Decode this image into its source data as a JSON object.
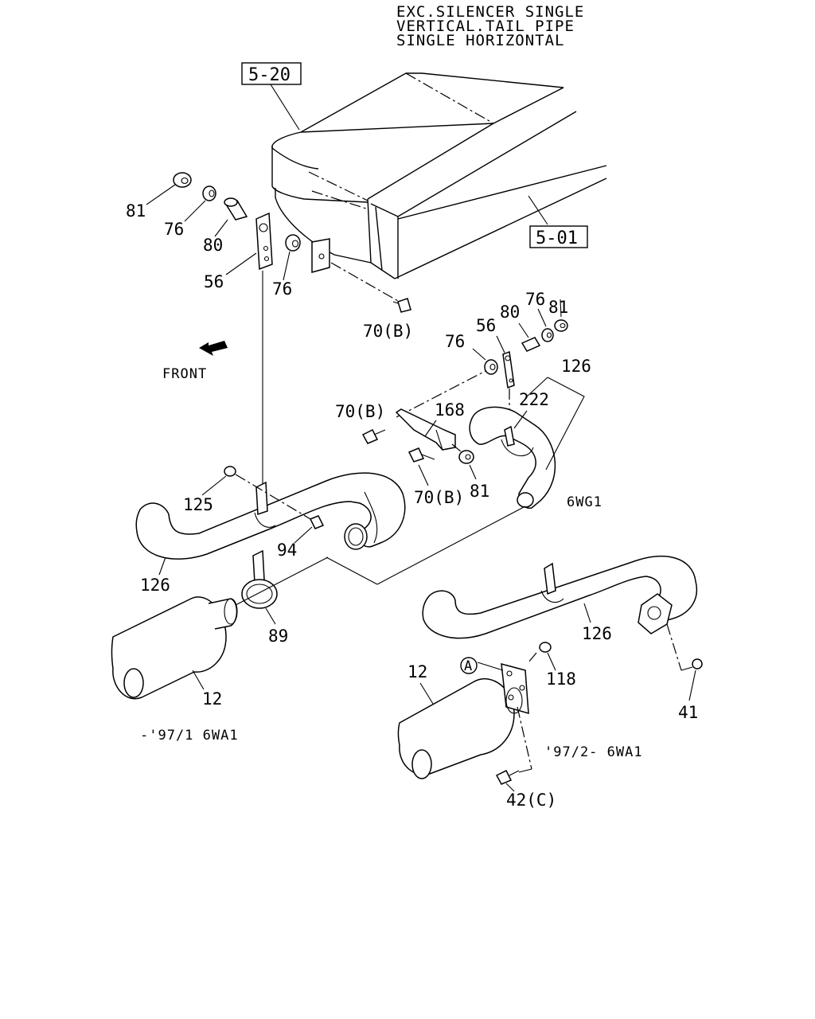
{
  "header": {
    "line1": "EXC.SILENCER SINGLE",
    "line2": "VERTICAL.TAIL PIPE",
    "line3": "SINGLE HORIZONTAL"
  },
  "refs": {
    "frame_ref": "5-20",
    "tank_ref": "5-01"
  },
  "front_label": "FRONT",
  "circle_marker": "A",
  "variants": {
    "wg": "6WG1",
    "early": "-'97/1 6WA1",
    "late": "'97/2- 6WA1"
  },
  "callouts": {
    "p81_top": "81",
    "p76_a": "76",
    "p80_a": "80",
    "p56_a": "56",
    "p76_b": "76",
    "p70b_a": "70(B)",
    "p81_r": "81",
    "p76_r": "76",
    "p80_r": "80",
    "p56_r": "56",
    "p76_r2": "76",
    "p126_top": "126",
    "p222": "222",
    "p168": "168",
    "p70b_b": "70(B)",
    "p70b_c": "70(B)",
    "p81_mid": "81",
    "p125": "125",
    "p94": "94",
    "p126_left": "126",
    "p89": "89",
    "p12_left": "12",
    "p126_right": "126",
    "p118": "118",
    "p12_right": "12",
    "p41": "41",
    "p42c": "42(C)"
  }
}
